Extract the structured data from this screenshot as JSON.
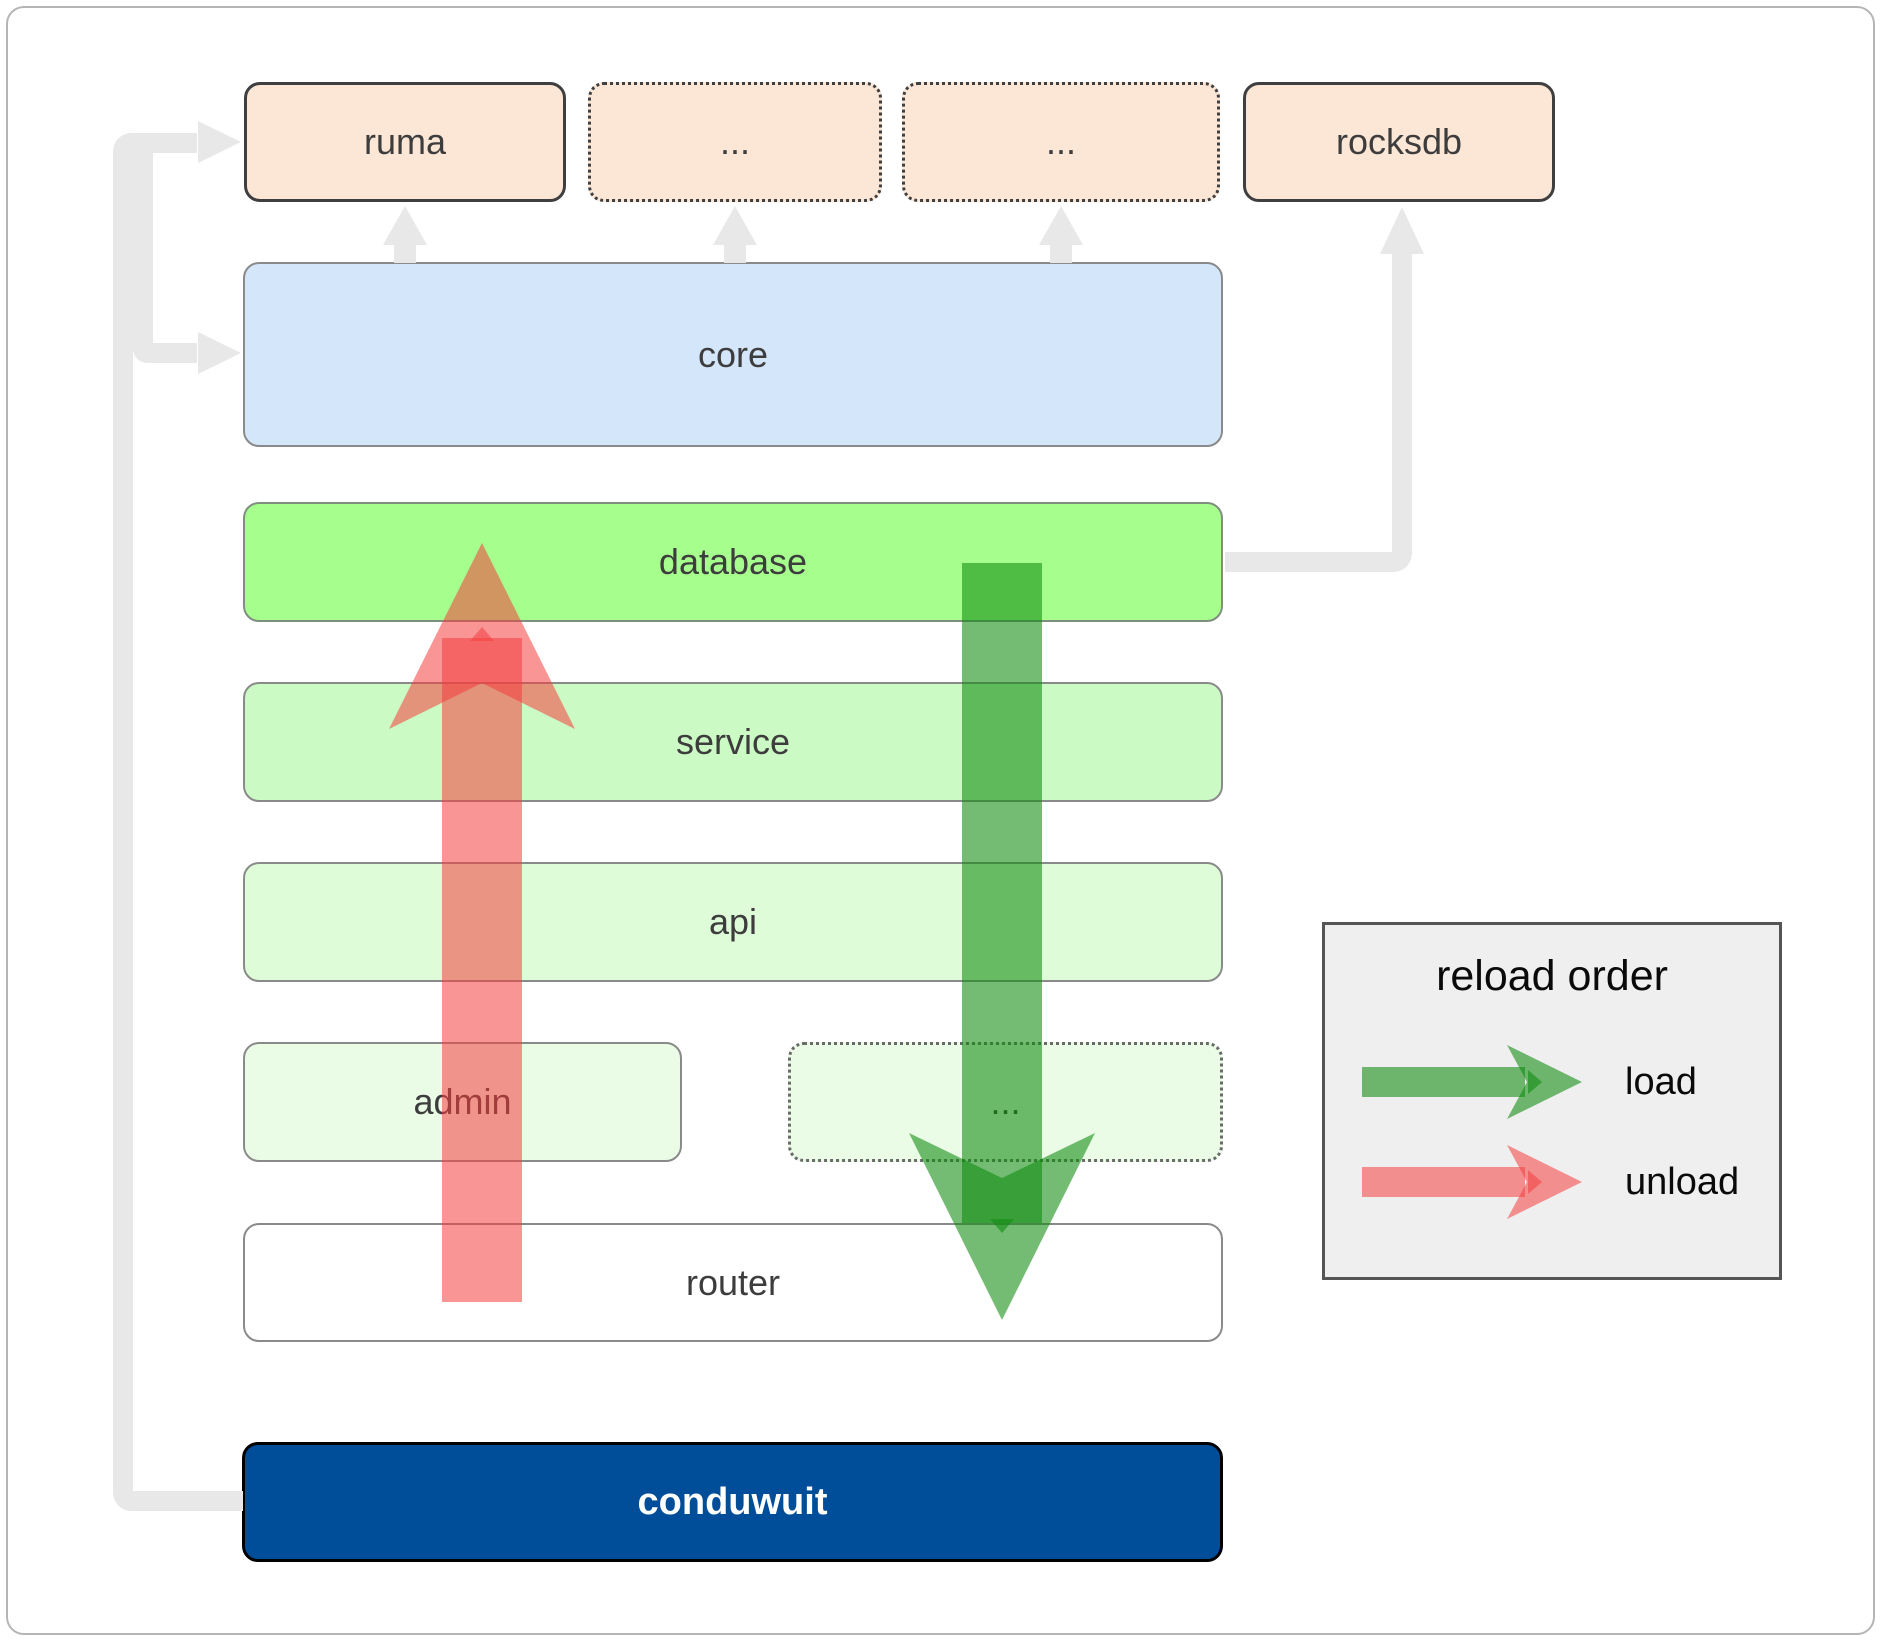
{
  "boxes": {
    "ruma": {
      "label": "ruma"
    },
    "dep1": {
      "label": "..."
    },
    "dep2": {
      "label": "..."
    },
    "rocksdb": {
      "label": "rocksdb"
    },
    "core": {
      "label": "core"
    },
    "database": {
      "label": "database"
    },
    "service": {
      "label": "service"
    },
    "api": {
      "label": "api"
    },
    "admin": {
      "label": "admin"
    },
    "admin_etc": {
      "label": "..."
    },
    "router": {
      "label": "router"
    },
    "conduwuit": {
      "label": "conduwuit"
    }
  },
  "legend": {
    "title": "reload order",
    "load_label": "load",
    "unload_label": "unload"
  },
  "colors": {
    "load_arrow": "#108c10",
    "unload_arrow": "#f43e3e",
    "connector": "#e8e8e8",
    "dependency_fill": "#fce6d6",
    "core_fill": "#d3e6fa",
    "database_fill": "#a6fe8d",
    "service_fill": "#ccfac4",
    "api_fill": "#defcd7",
    "admin_fill": "#eafbe6",
    "router_fill": "#ffffff",
    "conduwuit_fill": "#004d99",
    "legend_bg": "#efefef",
    "label_text": "#3d3d3d"
  }
}
